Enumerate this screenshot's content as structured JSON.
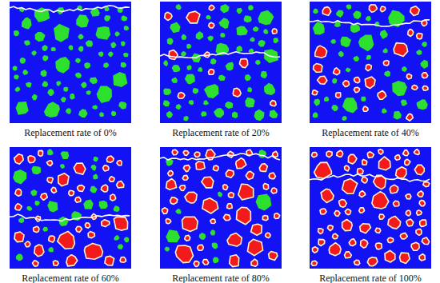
{
  "diagram": {
    "labels": [
      "Replacement rate of 0%",
      "Replacement rate of 20%",
      "Replacement rate of 40%",
      "Replacement rate of 60%",
      "Replacement rate of 80%",
      "Replacement rate of 100%"
    ]
  }
}
